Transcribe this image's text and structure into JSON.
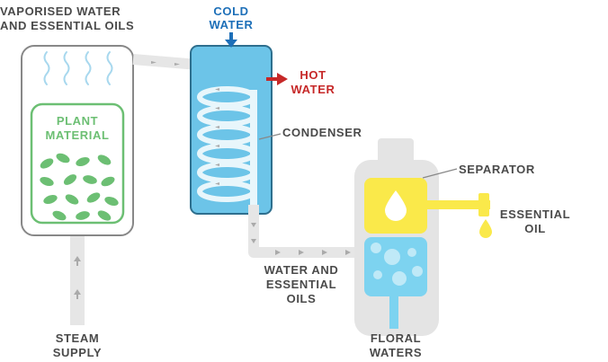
{
  "labels": {
    "vaporised_line1": "VAPORISED WATER",
    "vaporised_line2": "AND ESSENTIAL OILS",
    "plant_line1": "PLANT",
    "plant_line2": "MATERIAL",
    "cold_line1": "COLD",
    "cold_line2": "WATER",
    "hot_line1": "HOT",
    "hot_line2": "WATER",
    "condenser": "CONDENSER",
    "separator": "SEPARATOR",
    "essential_line1": "ESSENTIAL",
    "essential_line2": "OIL",
    "water_oils_line1": "WATER AND",
    "water_oils_line2": "ESSENTIAL",
    "water_oils_line3": "OILS",
    "steam_line1": "STEAM",
    "steam_line2": "SUPPLY",
    "floral_line1": "FLORAL",
    "floral_line2": "WATERS"
  },
  "colors": {
    "text_dark": "#4a4a4a",
    "cold_blue": "#1d6fb8",
    "hot_red": "#c62828",
    "plant_green": "#6cbf73",
    "condenser_blue": "#6cc4e8",
    "pipe_gray": "#e6e6e6",
    "separator_gray": "#e4e4e4",
    "oil_yellow": "#fae94a"
  }
}
